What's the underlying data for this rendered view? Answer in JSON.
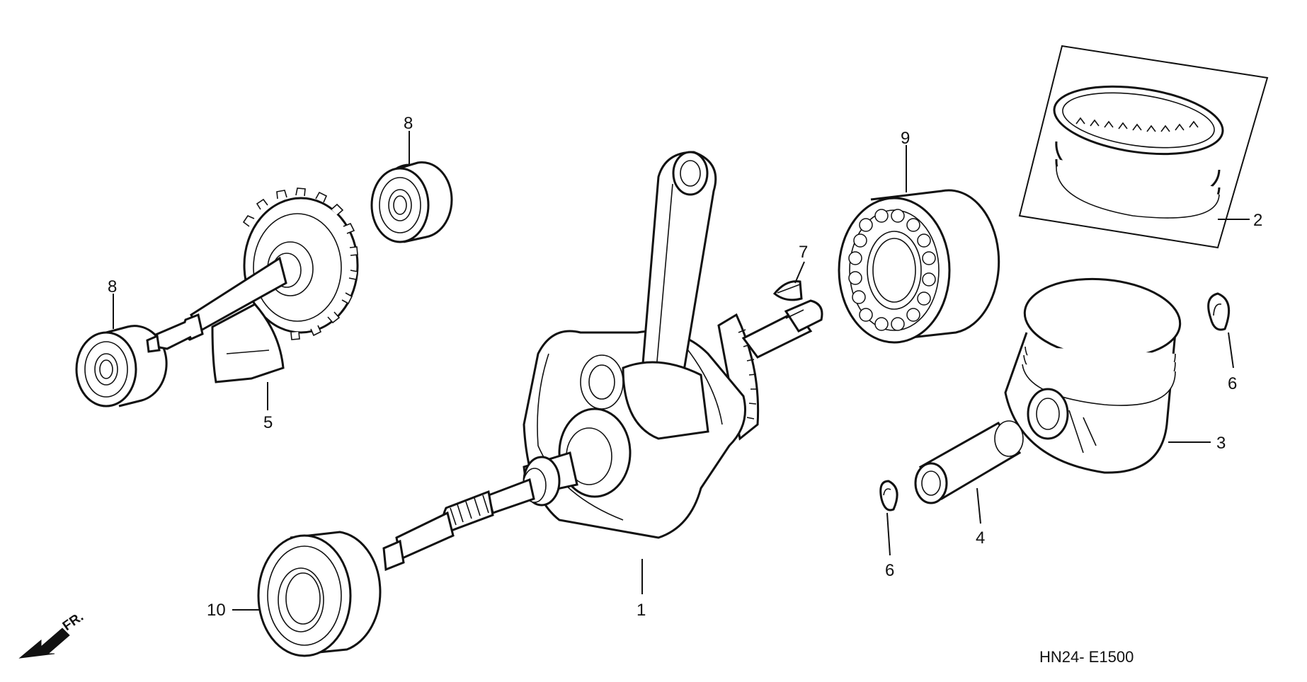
{
  "diagram_code": "HN24- E1500",
  "direction_label": "FR.",
  "callouts": {
    "c1": "1",
    "c2": "2",
    "c3": "3",
    "c4": "4",
    "c5": "5",
    "c6a": "6",
    "c6b": "6",
    "c7": "7",
    "c8a": "8",
    "c8b": "8",
    "c9": "9",
    "c10": "10"
  },
  "colors": {
    "ink": "#111111",
    "paper": "#ffffff"
  }
}
